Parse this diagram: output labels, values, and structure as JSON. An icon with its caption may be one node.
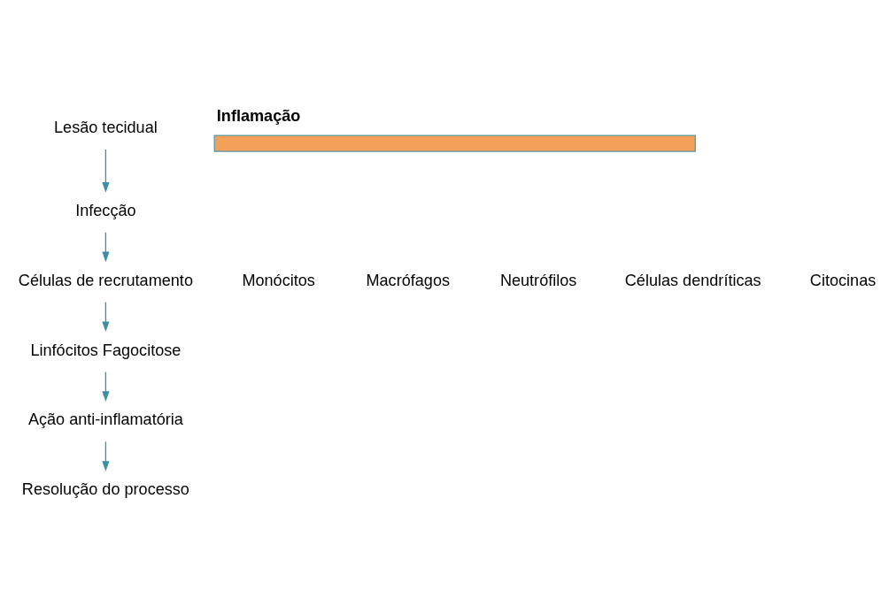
{
  "diagram": {
    "nodes": [
      {
        "text": [
          "Lesão tecidual"
        ]
      },
      {
        "text": [
          "Infecção"
        ]
      },
      {
        "text": [
          "Células de recrutamento"
        ]
      },
      {
        "text": [
          "Linfócitos Fagocitose"
        ]
      },
      {
        "text": [
          "Ação anti-inflamatória"
        ]
      },
      {
        "text": [
          "Resolução do processo"
        ]
      },
      {
        "text": [
          "Inflamação"
        ]
      }
    ],
    "edges": [
      {
        "from": 0,
        "to": 1,
        "arrow": "to"
      },
      {
        "from": 1,
        "to": 2,
        "arrow": "to"
      },
      {
        "from": 2,
        "to": 3,
        "arrow": "to"
      },
      {
        "from": 3,
        "to": 4,
        "arrow": "to"
      },
      {
        "from": 4,
        "to": 5,
        "arrow": "to"
      }
    ],
    "labels": [
      "Monócitos",
      "Macrófagos",
      "Neutrófilos",
      "Células dendríticas",
      "Citocinas"
    ]
  }
}
